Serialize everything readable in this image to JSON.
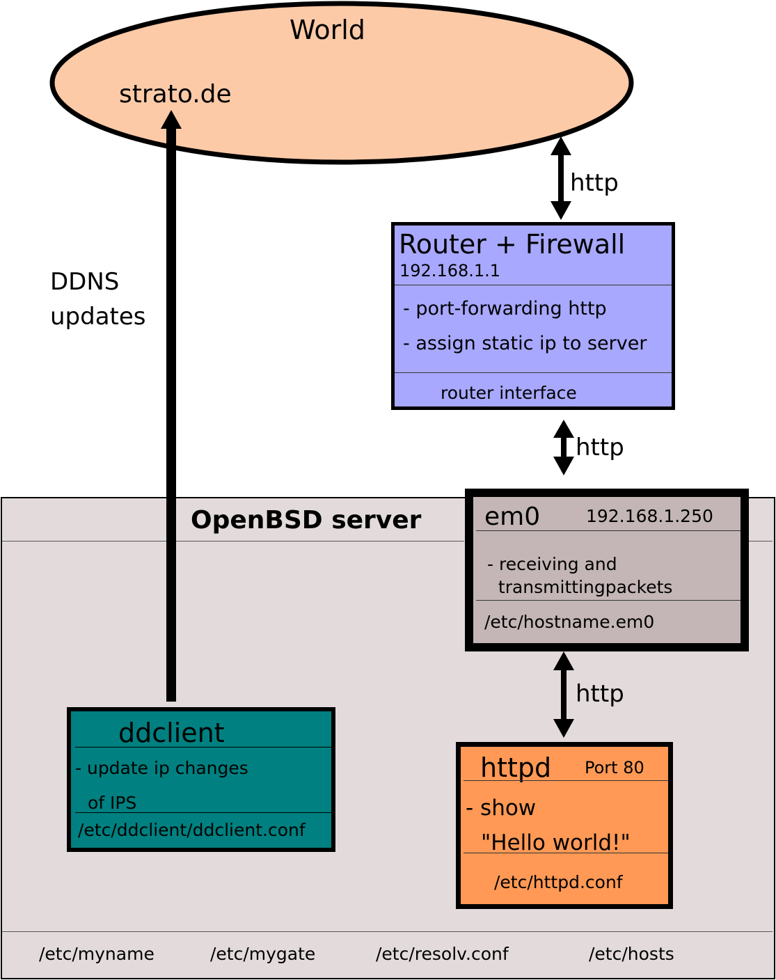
{
  "world": {
    "title": "World",
    "site": "strato.de"
  },
  "ddns_label": "DDNS\nupdates",
  "http_labels": [
    "http",
    "http",
    "http"
  ],
  "router": {
    "title": "Router + Firewall",
    "ip": "192.168.1.1",
    "items": [
      "- port-forwarding http",
      "- assign static ip to server"
    ],
    "footer": "router interface"
  },
  "server": {
    "title": "OpenBSD server",
    "files": [
      "/etc/myname",
      "/etc/mygate",
      "/etc/resolv.conf",
      "/etc/hosts"
    ]
  },
  "em0": {
    "title": "em0",
    "ip": "192.168.1.250",
    "desc": "- receiving and\n  transmittingpackets",
    "path": "/etc/hostname.em0"
  },
  "ddclient": {
    "title": "ddclient",
    "items": [
      "- update ip changes",
      "of IPS"
    ],
    "path": "/etc/ddclient/ddclient.conf"
  },
  "httpd": {
    "title": "httpd",
    "port": "Port 80",
    "items": [
      "- show",
      "\"Hello world!\""
    ],
    "path": "/etc/httpd.conf"
  },
  "colors": {
    "world": "#fdcaa8",
    "router": "#a8a8ff",
    "server": "#e3dbdb",
    "em0": "#c4b6b6",
    "ddclient": "#008080",
    "httpd": "#ff9955"
  }
}
